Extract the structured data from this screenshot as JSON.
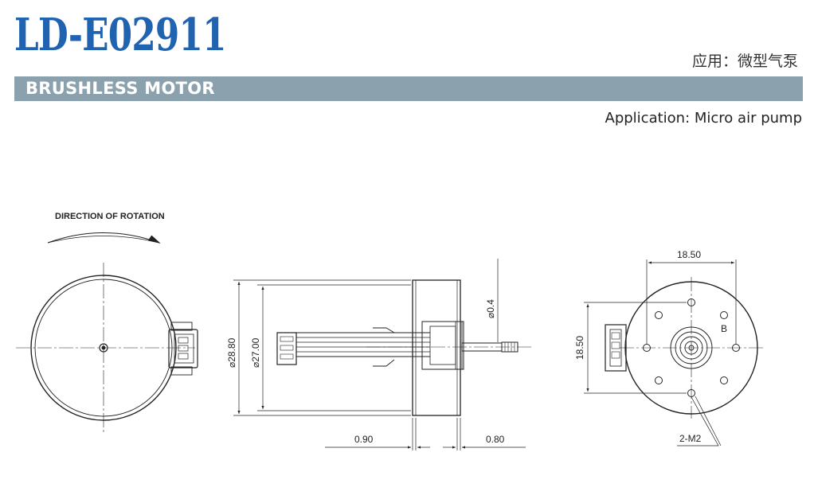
{
  "header": {
    "model": "LD-E02911",
    "application_cn": "应用：微型气泵",
    "category": "BRUSHLESS MOTOR",
    "application_en": "Application: Micro air pump"
  },
  "drawing": {
    "rotation_label": "DIRECTION OF ROTATION",
    "dims": {
      "outer_dia": "⌀28.80",
      "inner_dia": "⌀27.00",
      "shaft_dia": "⌀0.4",
      "gap_left": "0.90",
      "gap_right": "0.80",
      "hole_spacing_h": "18.50",
      "hole_spacing_v": "18.50",
      "marker_b": "B",
      "screw_spec": "2-M2"
    }
  },
  "colors": {
    "brand_blue": "#1f63b1",
    "band_gray": "#8ba2ae",
    "line": "#222222"
  }
}
